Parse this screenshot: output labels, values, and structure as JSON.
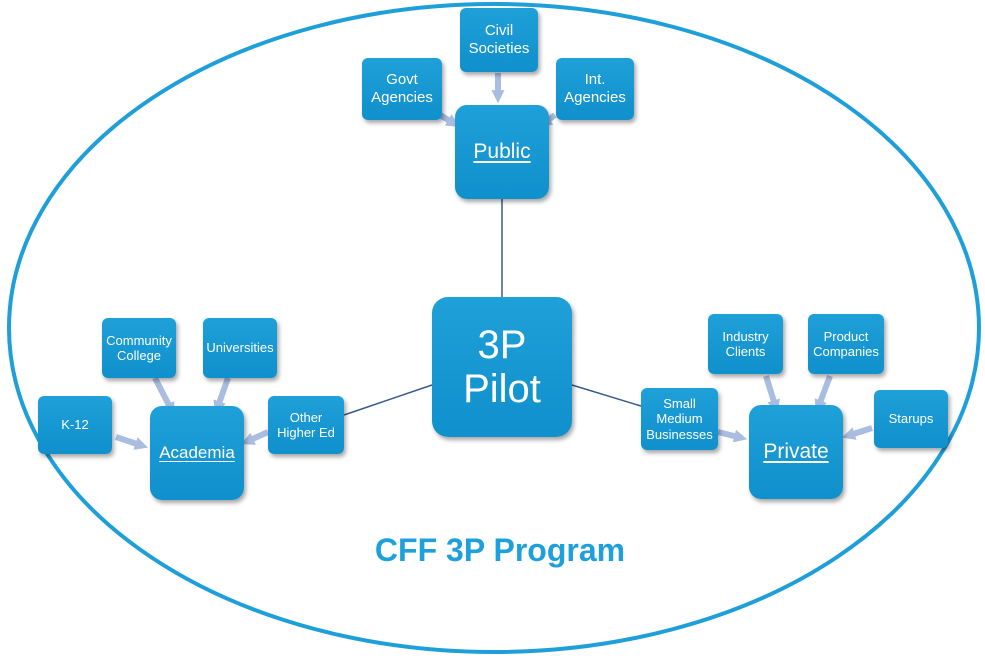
{
  "title": "CFF 3P Program",
  "center": {
    "label": "3P\nPilot"
  },
  "public": {
    "label": "Public",
    "members": {
      "govt": "Govt\nAgencies",
      "civil": "Civil\nSocieties",
      "intl": "Int.\nAgencies"
    }
  },
  "academia": {
    "label": "Academia",
    "members": {
      "k12": "K-12",
      "community": "Community\nCollege",
      "universities": "Universities",
      "other": "Other\nHigher Ed"
    }
  },
  "private": {
    "label": "Private",
    "members": {
      "smb": "Small\nMedium\nBusinesses",
      "industry": "Industry\nClients",
      "product": "Product\nCompanies",
      "startups": "Starups"
    }
  },
  "colors": {
    "box": "#1a9ad6",
    "ellipse": "#1f9fd9",
    "arrow": "#a9bde0",
    "connector": "#3a5a8c",
    "title": "#1ea0dc"
  }
}
